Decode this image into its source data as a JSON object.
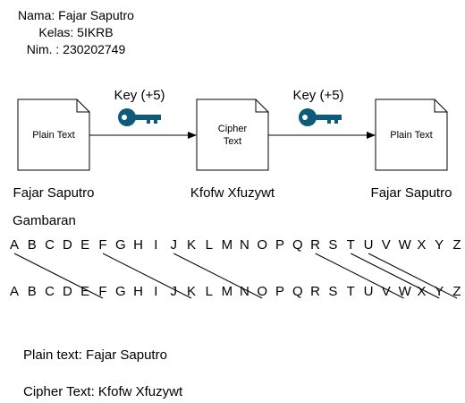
{
  "student": {
    "name_line": "Nama: Fajar Saputro",
    "class_line": "Kelas: 5IKRB",
    "nim_line": "Nim. : 230202749"
  },
  "flow": {
    "box1_label": "Plain Text",
    "box2_label_line1": "Cipher",
    "box2_label_line2": "Text",
    "box3_label": "Plain Text",
    "key1_label": "Key (+5)",
    "key2_label": "Key (+5)",
    "box1_caption": "Fajar Saputro",
    "box2_caption": "Kfofw Xfuzywt",
    "box3_caption": "Fajar Saputro"
  },
  "mapping": {
    "title": "Gambaran",
    "alphabet": [
      "A",
      "B",
      "C",
      "D",
      "E",
      "F",
      "G",
      "H",
      "I",
      "J",
      "K",
      "L",
      "M",
      "N",
      "O",
      "P",
      "Q",
      "R",
      "S",
      "T",
      "U",
      "V",
      "W",
      "X",
      "Y",
      "Z"
    ],
    "shift": 5,
    "highlighted_sources": [
      "A",
      "F",
      "J",
      "R",
      "T",
      "U"
    ]
  },
  "summary": {
    "plain_line": "Plain text: Fajar Saputro",
    "cipher_line": "Cipher Text: Kfofw Xfuzywt"
  },
  "colors": {
    "key_icon": "#0e5a7a",
    "stroke": "#000000"
  }
}
